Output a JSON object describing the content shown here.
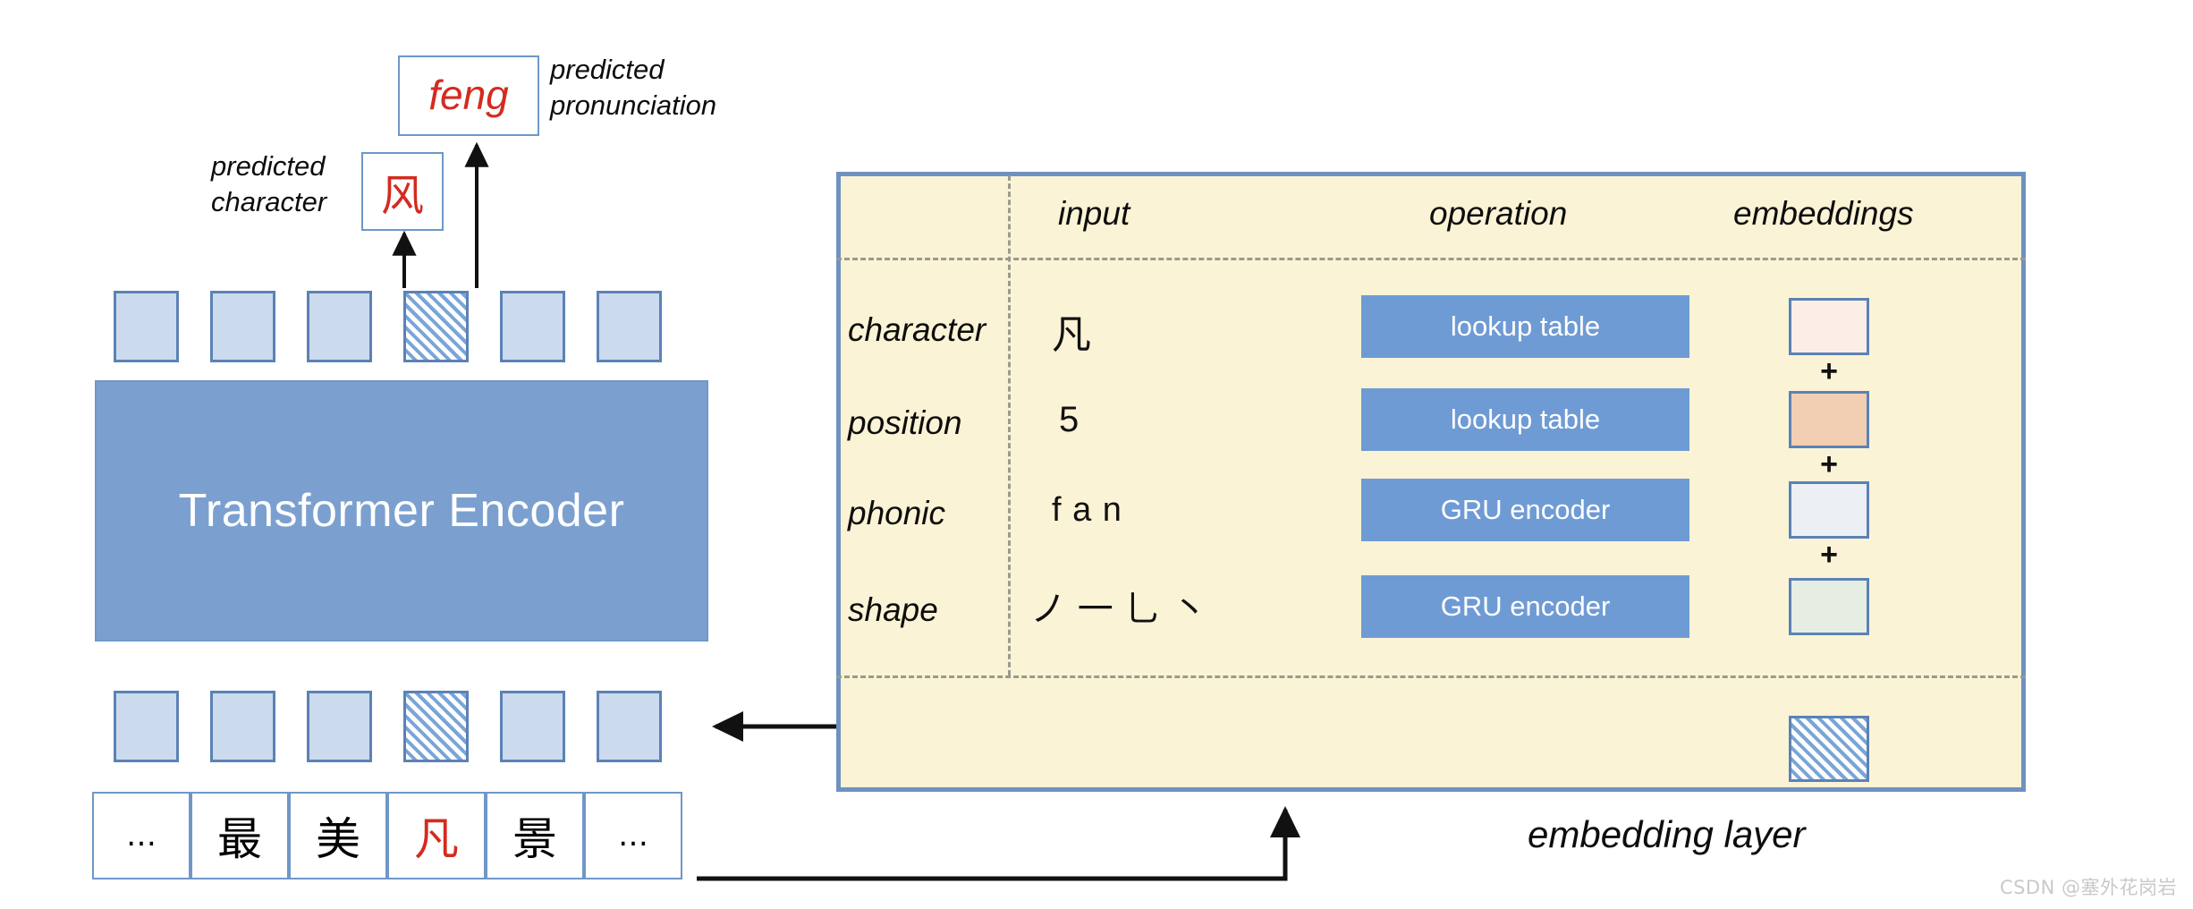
{
  "left": {
    "predicted_pronunciation_box": {
      "text": "feng"
    },
    "predicted_pronunciation_label": {
      "line1": "predicted",
      "line2": "pronunciation"
    },
    "predicted_character_box": {
      "text": "风"
    },
    "predicted_character_label": {
      "line1": "predicted",
      "line2": "character"
    },
    "encoder_label": "Transformer Encoder",
    "output_tokens": [
      "",
      "",
      "",
      "hatched",
      "",
      ""
    ],
    "input_tokens": [
      "",
      "",
      "",
      "hatched",
      "",
      ""
    ],
    "sentence": [
      {
        "text": "…",
        "highlight": false
      },
      {
        "text": "最",
        "highlight": false
      },
      {
        "text": "美",
        "highlight": false
      },
      {
        "text": "凡",
        "highlight": true
      },
      {
        "text": "景",
        "highlight": false
      },
      {
        "text": "…",
        "highlight": false
      }
    ]
  },
  "panel": {
    "caption": "embedding layer",
    "columns": [
      "input",
      "operation",
      "embeddings"
    ],
    "rows": [
      {
        "name": "character",
        "input": "凡",
        "operation": "lookup table",
        "embedding_color": "#faeee7"
      },
      {
        "name": "position",
        "input": "5",
        "operation": "lookup table",
        "embedding_color": "#f2cfb2"
      },
      {
        "name": "phonic",
        "input": "f a n",
        "operation": "GRU encoder",
        "embedding_color": "#eceff4"
      },
      {
        "name": "shape",
        "input": "ノ 一 乚 丶",
        "operation": "GRU encoder",
        "embedding_color": "#e6eee3"
      }
    ],
    "sum_symbol": "+",
    "result_embedding": "hatched"
  },
  "watermark": "CSDN @塞外花岗岩",
  "colors": {
    "panel_bg": "#fbf3d5",
    "panel_border": "#6e91c0",
    "op_blue": "#6f9bd4",
    "encoder_blue": "#7ba0d0",
    "token_blue": "#ccdaee",
    "token_border": "#5b82b6",
    "accent_red": "#d42b20",
    "dash_grey": "#9a9a8e"
  }
}
